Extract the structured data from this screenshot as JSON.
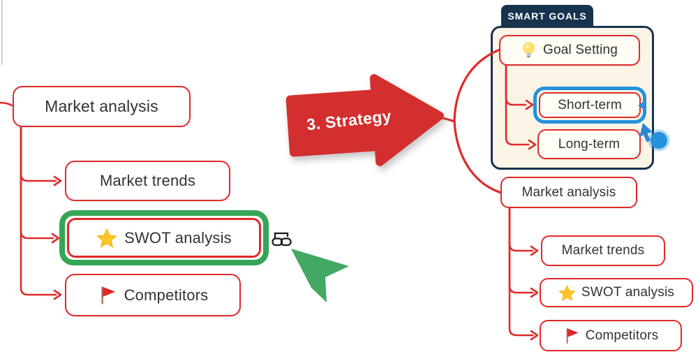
{
  "arrow": {
    "label": "3. Strategy"
  },
  "left_branch": {
    "root": {
      "label": "Market analysis"
    },
    "market_trends": {
      "label": "Market trends"
    },
    "swot": {
      "label": "SWOT analysis",
      "icon": "star-icon",
      "highlighted": true,
      "attachment_icon": "link-icon"
    },
    "competitors": {
      "label": "Competitors",
      "icon": "flag-icon"
    }
  },
  "right_branch": {
    "group": {
      "title": "SMART GOALS"
    },
    "goal_setting": {
      "label": "Goal Setting",
      "icon": "lightbulb-icon"
    },
    "short_term": {
      "label": "Short-term",
      "selected": true
    },
    "long_term": {
      "label": "Long-term"
    },
    "market_analysis": {
      "label": "Market analysis"
    },
    "market_trends": {
      "label": "Market trends"
    },
    "swot": {
      "label": "SWOT analysis",
      "icon": "star-icon"
    },
    "competitors": {
      "label": "Competitors",
      "icon": "flag-icon"
    }
  },
  "cursors": {
    "primary": "green-cursor",
    "secondary": "blue-dot-cursor"
  },
  "colors": {
    "branch_red": "#E02A2A",
    "arrow_red": "#D32F2F",
    "group_navy": "#17334E",
    "group_fill": "#FAF5E6",
    "highlight_green": "#35A556",
    "selection_blue": "#2493DC",
    "star_yellow": "#FFC527",
    "flag_red": "#E82626",
    "text": "#333333"
  }
}
